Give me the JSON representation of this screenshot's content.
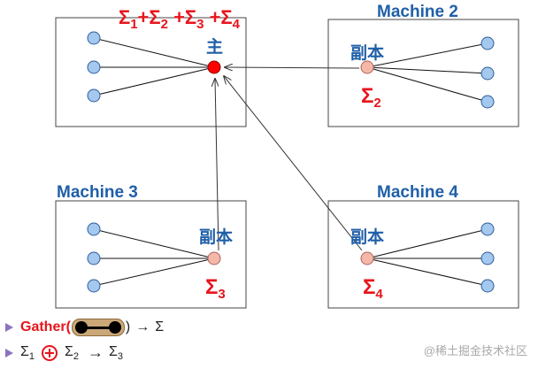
{
  "machine1": {
    "sum_label": "Σ1+Σ2 +Σ3 +Σ4",
    "role": "主"
  },
  "machine2": {
    "title": "Machine 2",
    "role": "副本",
    "sigma": "Σ",
    "sigma_sub": "2"
  },
  "machine3": {
    "title": "Machine 3",
    "role": "副本",
    "sigma": "Σ",
    "sigma_sub": "3"
  },
  "machine4": {
    "title": "Machine 4",
    "role": "副本",
    "sigma": "Σ",
    "sigma_sub": "4"
  },
  "legend": {
    "gather_label": "Gather",
    "open_paren": "(",
    "close_paren": ")",
    "arrow": "→",
    "gather_result": "Σ",
    "sum_a": "Σ",
    "sum_a_sub": "1",
    "sum_b": "Σ",
    "sum_b_sub": "2",
    "sum_c": "Σ",
    "sum_c_sub": "3"
  },
  "watermark": "@稀土掘金技术社区",
  "colors": {
    "node_fill": "#a4c8ee",
    "node_stroke": "#2c5e9c",
    "master_fill": "#ff0000",
    "replica_fill": "#f5b8a8",
    "accent_red": "#e8141c",
    "title_blue": "#1f5fa8"
  }
}
